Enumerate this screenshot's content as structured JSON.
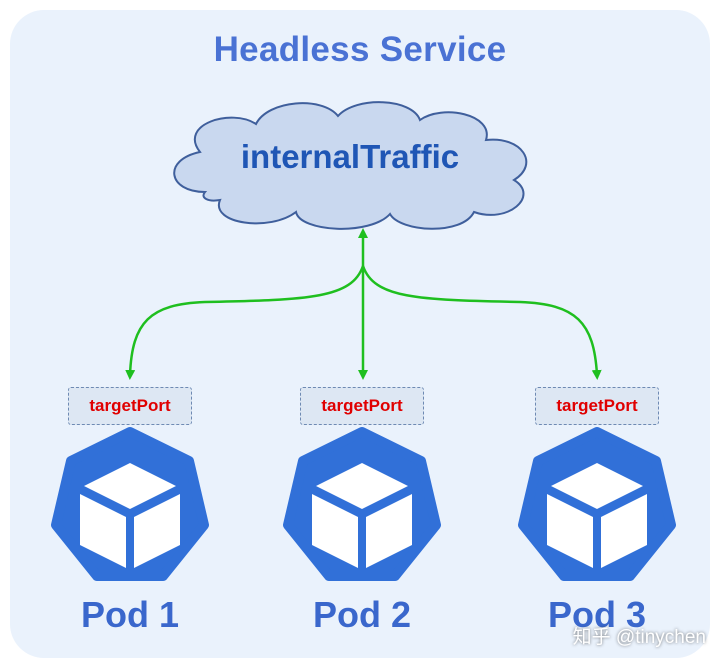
{
  "title": "Headless Service",
  "cloud": {
    "label": "internalTraffic"
  },
  "pods": [
    {
      "port_label": "targetPort",
      "name": "Pod 1"
    },
    {
      "port_label": "targetPort",
      "name": "Pod 2"
    },
    {
      "port_label": "targetPort",
      "name": "Pod 3"
    }
  ],
  "watermark": "知乎 @tinychen",
  "colors": {
    "panel": "#eaf2fc",
    "title": "#4a72d4",
    "cloud_fill": "#c9d8ef",
    "cloud_stroke": "#3f5f9c",
    "arrow": "#1fbf1f",
    "pod_icon": "#3170d8",
    "port_text": "#e00000"
  },
  "icons": [
    "kubernetes-pod-icon",
    "cloud-shape"
  ]
}
